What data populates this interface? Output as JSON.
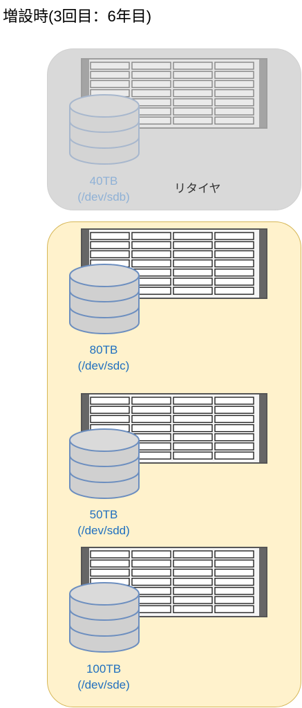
{
  "title": "増設時(3回目：6年目)",
  "retired": {
    "note": "リタイヤ",
    "disk": {
      "size": "40TB",
      "device": "(/dev/sdb)"
    }
  },
  "active_disks": [
    {
      "size": "80TB",
      "device": "(/dev/sdc)"
    },
    {
      "size": "50TB",
      "device": "(/dev/sdd)"
    },
    {
      "size": "100TB",
      "device": "(/dev/sde)"
    }
  ]
}
